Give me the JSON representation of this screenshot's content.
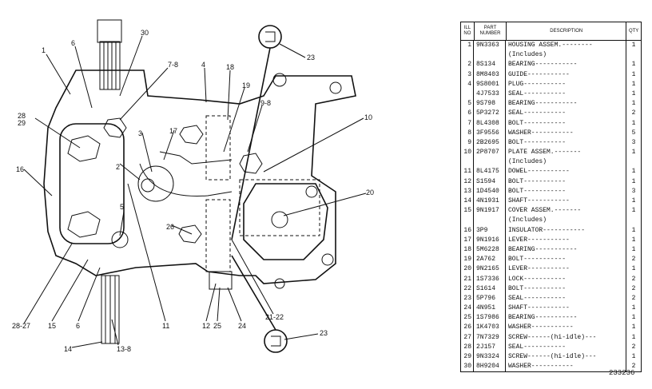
{
  "callouts": {
    "c1": "1",
    "c6a": "6",
    "c30": "30",
    "c78": "7-8",
    "c4": "4",
    "c18": "18",
    "c19": "19",
    "c98": "9-8",
    "c10": "10",
    "c28": "28",
    "c29": "29",
    "c3": "3",
    "c17": "17",
    "c2": "2",
    "c16": "16",
    "c5": "5",
    "c20": "20",
    "c26": "26",
    "c2827": "28-27",
    "c15": "15",
    "c6b": "6",
    "c11": "11",
    "c12": "12",
    "c25": "25",
    "c24": "24",
    "c2122": "21-22",
    "c14": "14",
    "c138": "13-8",
    "c23a": "23",
    "c23b": "23"
  },
  "table": {
    "headers": {
      "no": "ILL NO",
      "part": "PART NUMBER",
      "desc": "DESCRIPTION",
      "qty": "QTY"
    },
    "rows": [
      {
        "no": "1",
        "pn": "9N3363",
        "desc": "HOUSING ASSEM.--------",
        "qty": "1"
      },
      {
        "no": "",
        "pn": "",
        "desc": "(Includes)",
        "qty": ""
      },
      {
        "no": "2",
        "pn": "8S134",
        "desc": "BEARING-----------",
        "qty": "1"
      },
      {
        "no": "3",
        "pn": "8M8403",
        "desc": "GUIDE-----------",
        "qty": "1"
      },
      {
        "no": "4",
        "pn": "9S8001",
        "desc": "PLUG-----------",
        "qty": "1"
      },
      {
        "no": "",
        "pn": "4J7533",
        "desc": "SEAL-----------",
        "qty": "1"
      },
      {
        "no": "5",
        "pn": "9S798",
        "desc": "BEARING-----------",
        "qty": "1"
      },
      {
        "no": "6",
        "pn": "5P3272",
        "desc": "SEAL-----------",
        "qty": "2"
      },
      {
        "no": "7",
        "pn": "8L4308",
        "desc": "BOLT-----------",
        "qty": "1"
      },
      {
        "no": "8",
        "pn": "3F9556",
        "desc": "WASHER-----------",
        "qty": "5"
      },
      {
        "no": "9",
        "pn": "2B2695",
        "desc": "BOLT-----------",
        "qty": "3"
      },
      {
        "no": "10",
        "pn": "2P8707",
        "desc": "PLATE ASSEM.-------",
        "qty": "1"
      },
      {
        "no": "",
        "pn": "",
        "desc": "(Includes)",
        "qty": ""
      },
      {
        "no": "11",
        "pn": "8L4175",
        "desc": "DOWEL-----------",
        "qty": "1"
      },
      {
        "no": "12",
        "pn": "S1594",
        "desc": "BOLT-----------",
        "qty": "1"
      },
      {
        "no": "13",
        "pn": "1D4540",
        "desc": "BOLT-----------",
        "qty": "3"
      },
      {
        "no": "14",
        "pn": "4N1931",
        "desc": "SHAFT-----------",
        "qty": "1"
      },
      {
        "no": "15",
        "pn": "9N1917",
        "desc": "COVER ASSEM.-------",
        "qty": "1"
      },
      {
        "no": "",
        "pn": "",
        "desc": "(Includes)",
        "qty": ""
      },
      {
        "no": "16",
        "pn": "3P9",
        "desc": "INSULATOR-----------",
        "qty": "1"
      },
      {
        "no": "17",
        "pn": "9N1916",
        "desc": "LEVER-----------",
        "qty": "1"
      },
      {
        "no": "18",
        "pn": "5M6228",
        "desc": "BEARING-----------",
        "qty": "1"
      },
      {
        "no": "19",
        "pn": "2A762",
        "desc": "BOLT-----------",
        "qty": "2"
      },
      {
        "no": "20",
        "pn": "9N2165",
        "desc": "LEVER-----------",
        "qty": "1"
      },
      {
        "no": "21",
        "pn": "1S7336",
        "desc": "LOCK-----------",
        "qty": "2"
      },
      {
        "no": "22",
        "pn": "S1614",
        "desc": "BOLT-----------",
        "qty": "2"
      },
      {
        "no": "23",
        "pn": "5P796",
        "desc": "SEAL-----------",
        "qty": "2"
      },
      {
        "no": "24",
        "pn": "4N951",
        "desc": "SHAFT-----------",
        "qty": "1"
      },
      {
        "no": "25",
        "pn": "1S7986",
        "desc": "BEARING-----------",
        "qty": "1"
      },
      {
        "no": "26",
        "pn": "1K4703",
        "desc": "WASHER-----------",
        "qty": "1"
      },
      {
        "no": "27",
        "pn": "7N7329",
        "desc": "SCREW------(hi-idle)---",
        "qty": "1"
      },
      {
        "no": "28",
        "pn": "2J157",
        "desc": "SEAL-----------",
        "qty": "2"
      },
      {
        "no": "29",
        "pn": "9N3324",
        "desc": "SCREW------(hi-idle)---",
        "qty": "1"
      },
      {
        "no": "30",
        "pn": "8H9204",
        "desc": "WASHER-----------",
        "qty": "2"
      }
    ]
  },
  "drawing_number": "233236"
}
